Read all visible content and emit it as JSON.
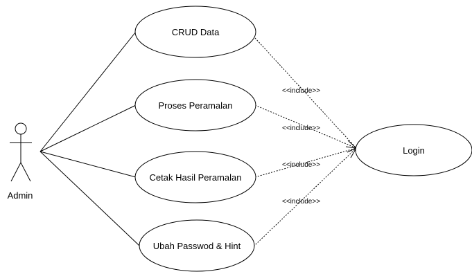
{
  "actor": {
    "label": "Admin"
  },
  "use_cases": {
    "crud": "CRUD Data",
    "proses": "Proses Peramalan",
    "cetak": "Cetak Hasil Peramalan",
    "ubah": "Ubah Passwod & Hint",
    "login": "Login"
  },
  "relationships": {
    "include_crud": "<<include>>",
    "include_proses": "<<include>>",
    "include_cetak": "<<include>>",
    "include_ubah": "<<include>>"
  }
}
